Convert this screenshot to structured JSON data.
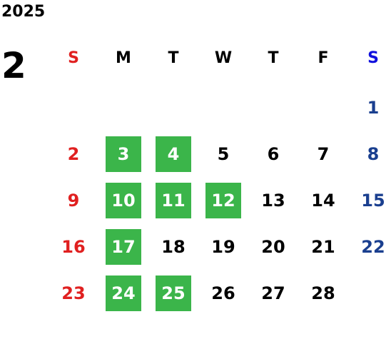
{
  "calendar": {
    "year": "2025",
    "month": "2",
    "weekday_headers": [
      "S",
      "M",
      "T",
      "W",
      "T",
      "F",
      "S"
    ],
    "colors": {
      "sunday": "#e02020",
      "saturday_header": "#1010dd",
      "saturday": "#1a3f8f",
      "highlight": "#3bb54a",
      "highlight_text": "#ffffff"
    },
    "weeks": [
      [
        "",
        "",
        "",
        "",
        "",
        "",
        "1"
      ],
      [
        "2",
        "3",
        "4",
        "5",
        "6",
        "7",
        "8"
      ],
      [
        "9",
        "10",
        "11",
        "12",
        "13",
        "14",
        "15"
      ],
      [
        "16",
        "17",
        "18",
        "19",
        "20",
        "21",
        "22"
      ],
      [
        "23",
        "24",
        "25",
        "26",
        "27",
        "28",
        ""
      ]
    ],
    "highlighted_days": [
      "3",
      "4",
      "10",
      "11",
      "12",
      "17",
      "24",
      "25"
    ]
  }
}
